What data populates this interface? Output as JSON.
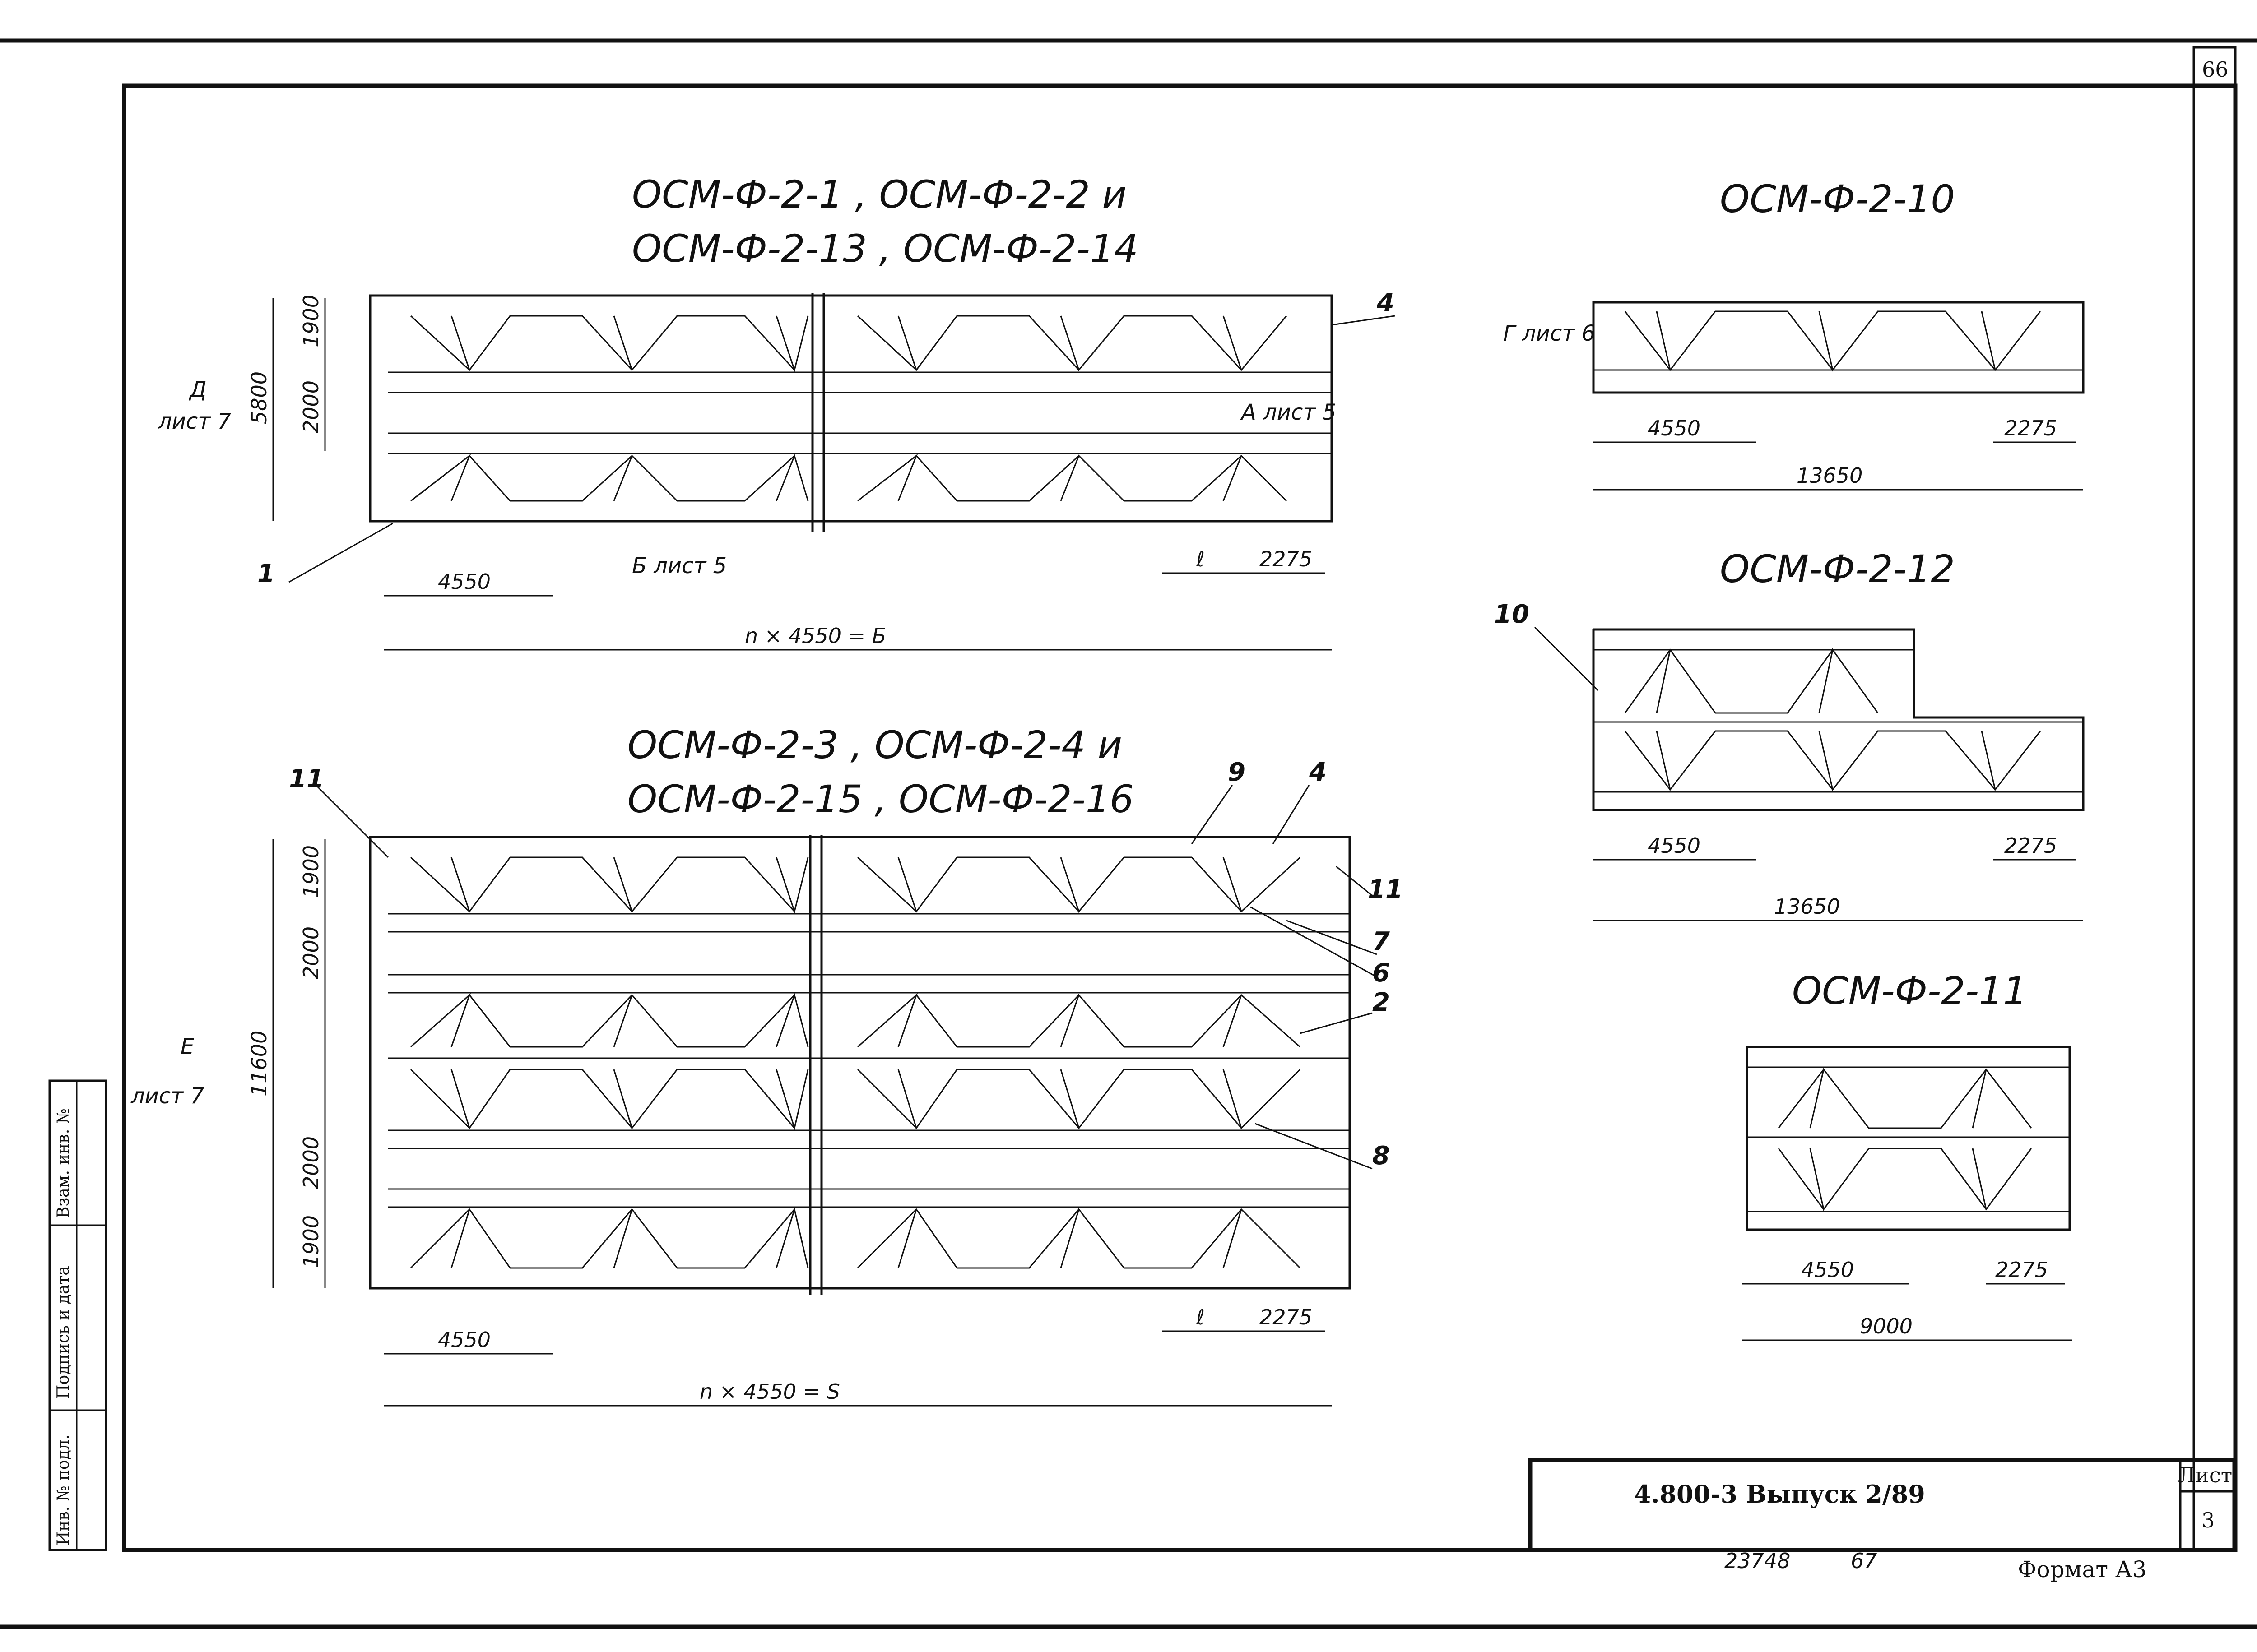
{
  "page_number": "66",
  "left_stamp": {
    "inv_podl": "Инв. № подл.",
    "podpis_data": "Подпись и дата",
    "vzam_inv": "Взам. инв. №"
  },
  "title_block": {
    "doc_code": "4.800-3  Выпуск 2/89",
    "sheet_label": "Лист",
    "sheet_number": "3",
    "inventory_number": "23748",
    "secondary_number": "67",
    "format": "Формат А3"
  },
  "plans": {
    "plan_a": {
      "title_line1": "ОСМ-Ф-2-1 , ОСМ-Ф-2-2 и",
      "title_line2": "ОСМ-Ф-2-13 , ОСМ-Ф-2-14",
      "dims": {
        "h1": "1900",
        "h2": "2000",
        "total": "5800",
        "bay": "4550",
        "l": "ℓ",
        "end": "2275",
        "length": "n × 4550 = Б"
      },
      "callouts": {
        "left": "1",
        "right": "4"
      },
      "views": {
        "d": "Д",
        "d_sheet": "лист 7",
        "a": "А лист 5",
        "b": "Б лист 5"
      }
    },
    "plan_b": {
      "title_line1": "ОСМ-Ф-2-3 , ОСМ-Ф-2-4 и",
      "title_line2": "ОСМ-Ф-2-15 , ОСМ-Ф-2-16",
      "dims": {
        "h1": "1900",
        "h2": "2000",
        "h3": "2000",
        "h4": "1900",
        "total": "11600",
        "bay": "4550",
        "l": "ℓ",
        "end": "2275",
        "length": "n × 4550 = S"
      },
      "callouts": {
        "c11a": "11",
        "c9": "9",
        "c4": "4",
        "c11b": "11",
        "c7": "7",
        "c6": "6",
        "c2": "2",
        "c8": "8"
      },
      "views": {
        "e": "Е",
        "e_sheet": "лист 7"
      }
    },
    "plan_c": {
      "title": "ОСМ-Ф-2-10",
      "dims": {
        "bay": "4550",
        "end": "2275",
        "length": "13650"
      },
      "views": {
        "g": "Г лист 6"
      }
    },
    "plan_d": {
      "title": "ОСМ-Ф-2-12",
      "dims": {
        "bay": "4550",
        "end": "2275",
        "length": "13650"
      },
      "callouts": {
        "c10": "10"
      }
    },
    "plan_e": {
      "title": "ОСМ-Ф-2-11",
      "dims": {
        "bay": "4550",
        "end": "2275",
        "length": "9000"
      }
    }
  }
}
